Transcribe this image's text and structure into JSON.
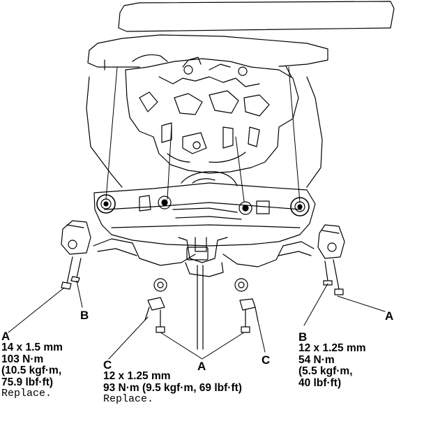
{
  "callouts": {
    "bolt_b_left": "B",
    "bolt_b_right": "A",
    "nut_a_center": "A",
    "bolt_c_right": "C"
  },
  "specs": {
    "a": {
      "letter": "A",
      "size": "14 x 1.5 mm",
      "torque_nm": "103 N·m",
      "torque_kgf": "(10.5 kgf·m,",
      "torque_lbf": "75.9 lbf·ft)",
      "note": "Replace."
    },
    "c": {
      "letter": "C",
      "size": "12 x 1.25 mm",
      "torque": "93 N·m (9.5 kgf·m, 69 lbf·ft)",
      "note": "Replace."
    },
    "b": {
      "letter": "B",
      "size": "12 x 1.25 mm",
      "torque_nm": "54 N·m",
      "torque_kgf": "(5.5 kgf·m,",
      "torque_lbf": "40 lbf·ft)"
    }
  }
}
